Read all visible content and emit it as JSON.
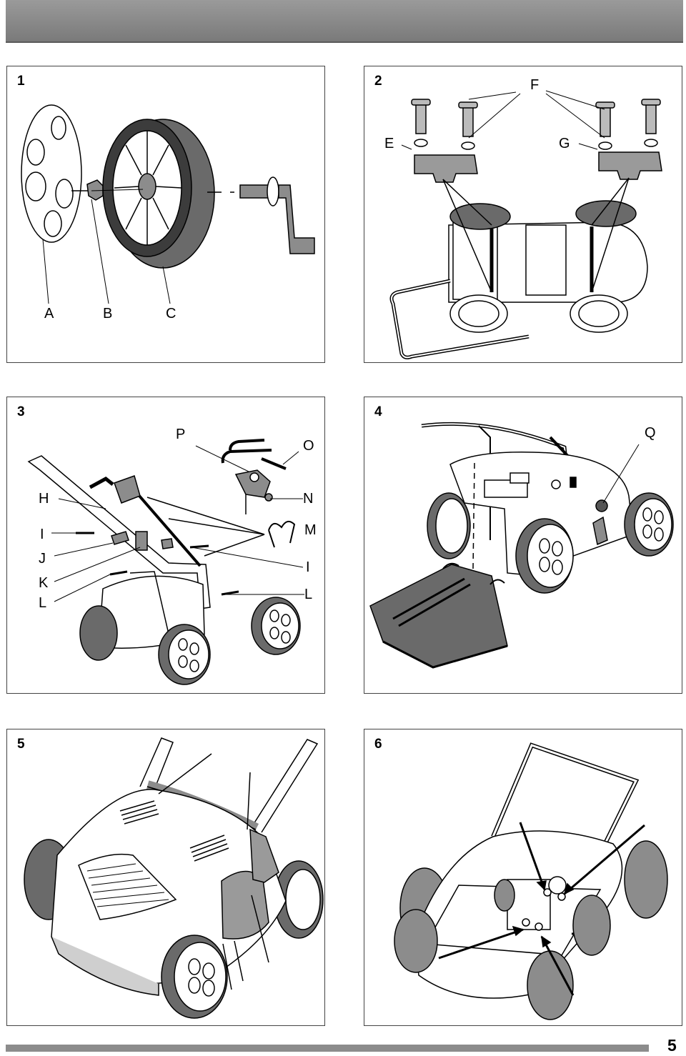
{
  "panels": [
    {
      "number": "1",
      "labels": [
        "A",
        "B",
        "C"
      ]
    },
    {
      "number": "2",
      "labels": [
        "F",
        "E",
        "G"
      ]
    },
    {
      "number": "3",
      "labels": [
        "P",
        "O",
        "H",
        "N",
        "I",
        "M",
        "J",
        "I",
        "K",
        "L",
        "L"
      ]
    },
    {
      "number": "4",
      "labels": [
        "Q"
      ]
    },
    {
      "number": "5",
      "labels": []
    },
    {
      "number": "6",
      "labels": []
    }
  ],
  "page_number": "5",
  "colors": {
    "header_bar": "#8a8a8a",
    "part_fill": "#8c8c8c",
    "line": "#000000"
  }
}
